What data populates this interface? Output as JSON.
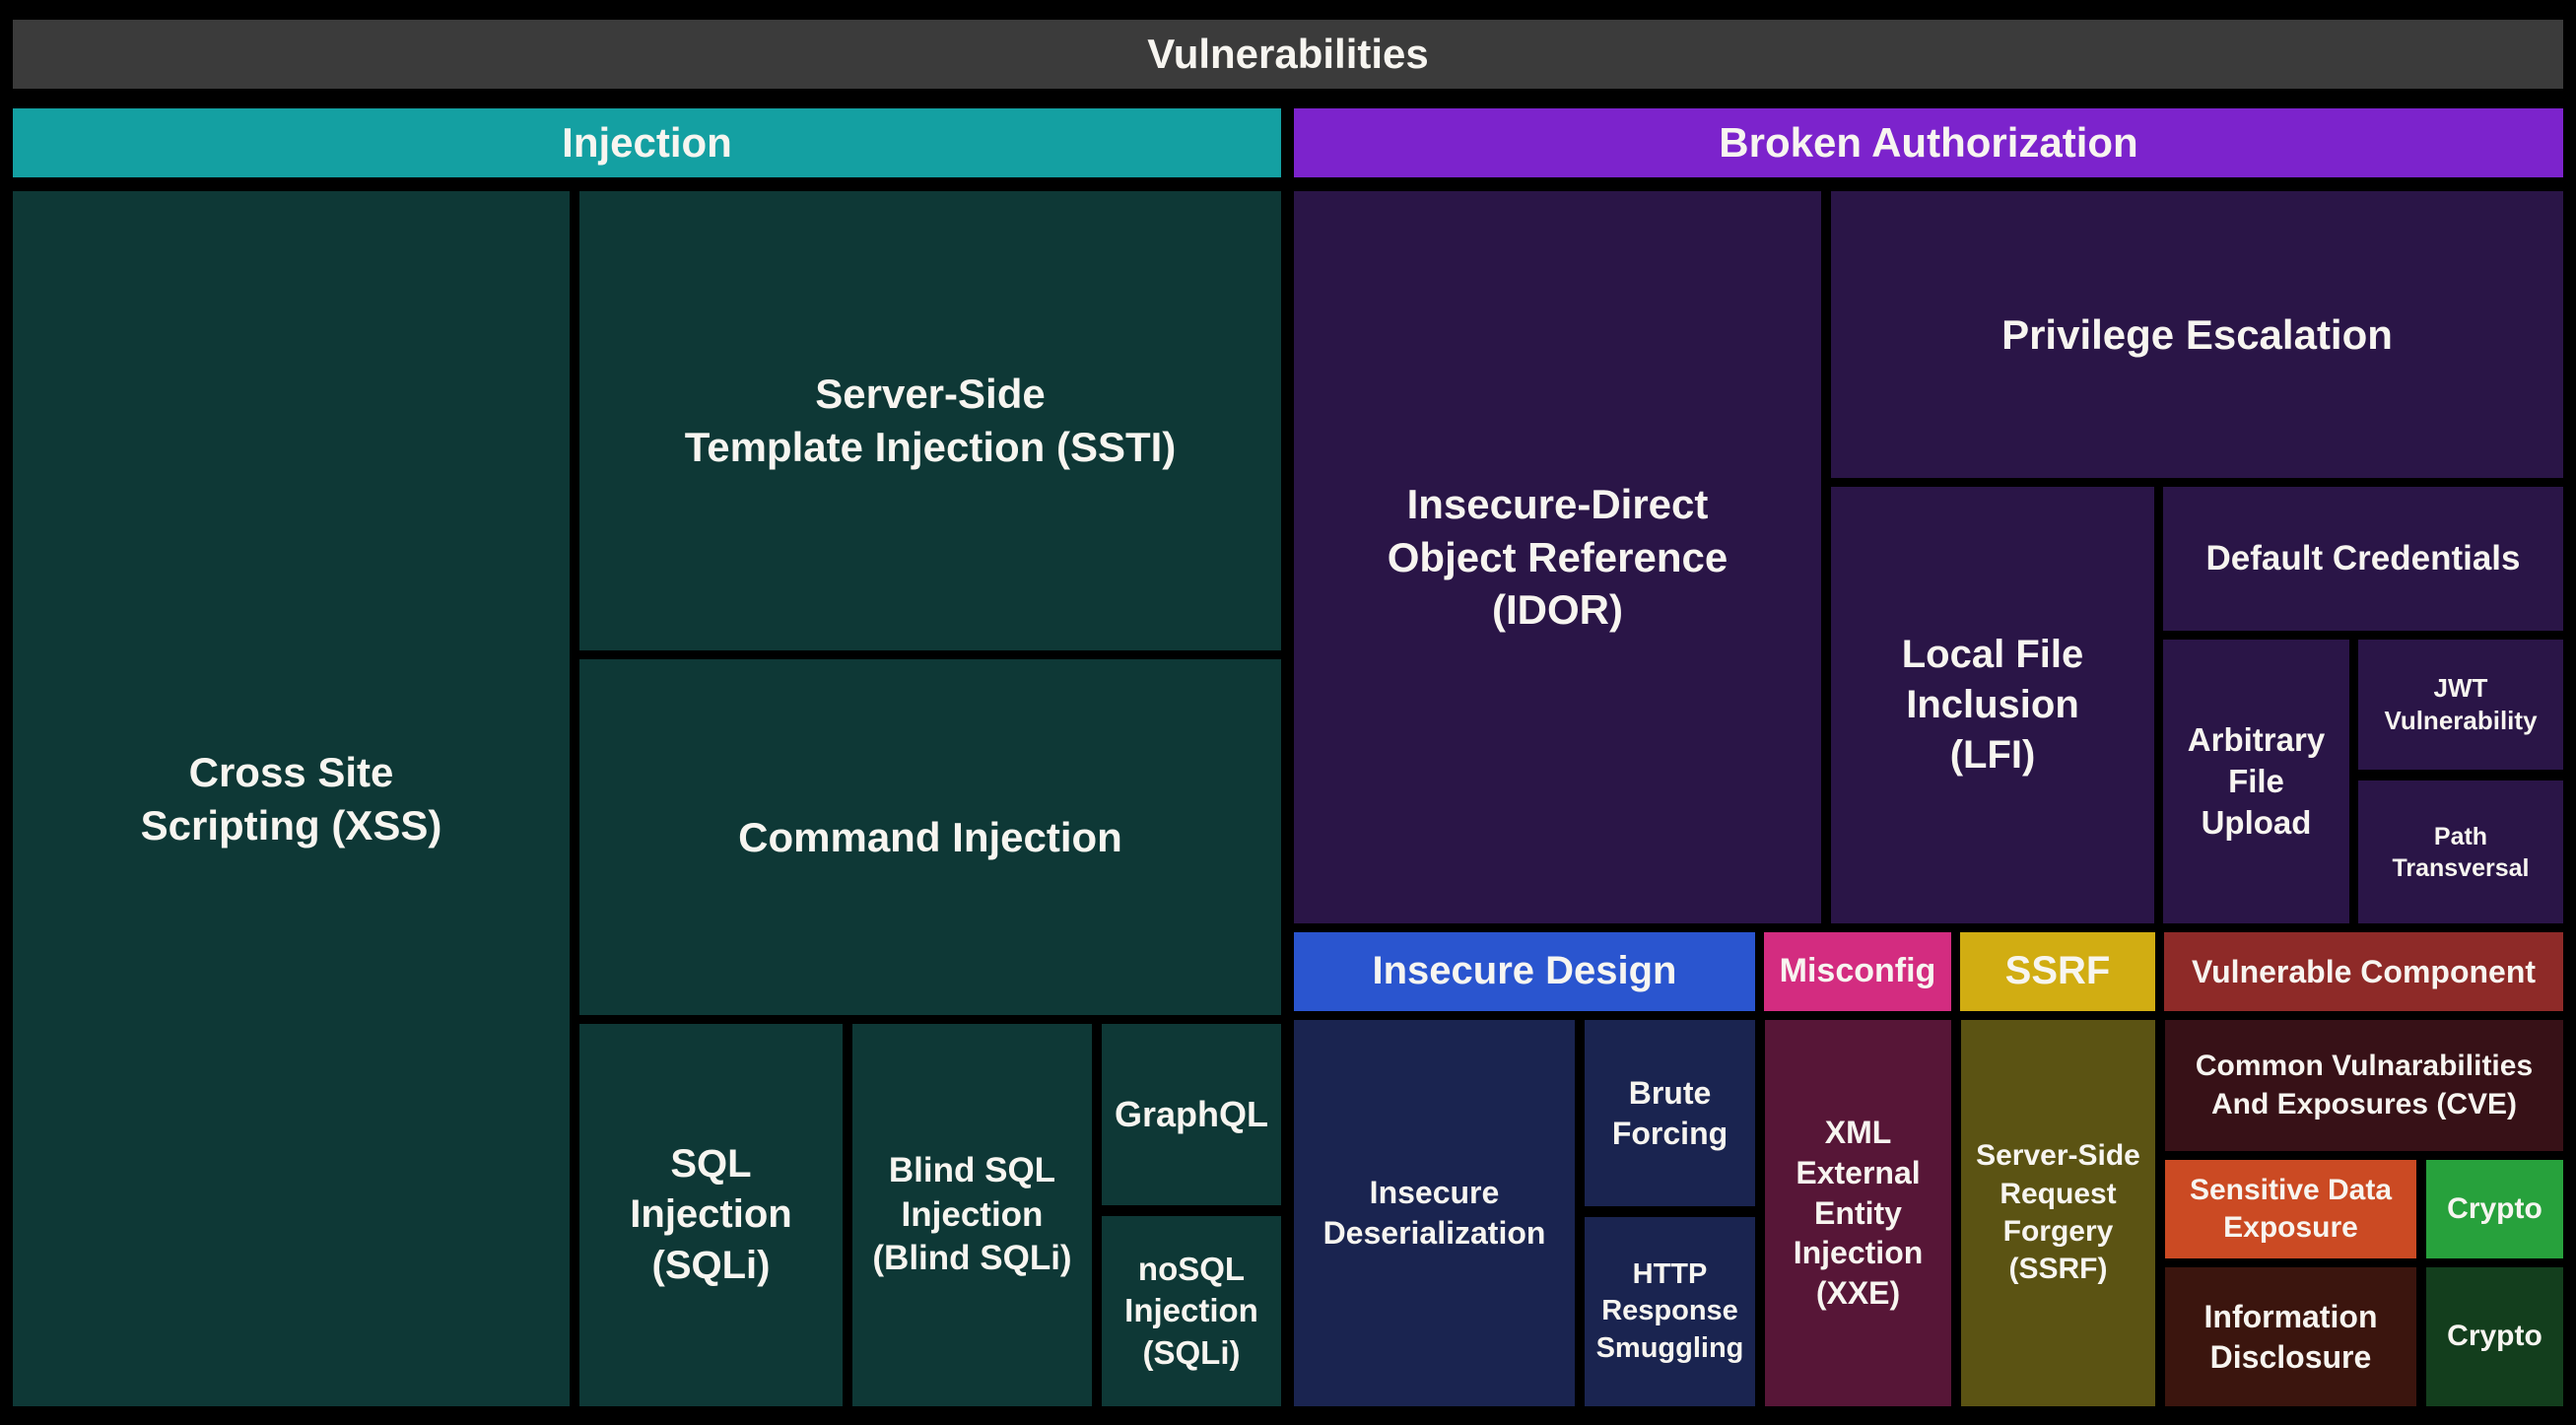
{
  "title": "Vulnerabilities",
  "injection": {
    "header": "Injection",
    "cells": {
      "xss": "Cross Site\nScripting (XSS)",
      "ssti": "Server-Side\nTemplate Injection (SSTI)",
      "command_injection": "Command Injection",
      "sql_injection": "SQL\nInjection\n(SQLi)",
      "blind_sql_injection": "Blind SQL\nInjection\n(Blind SQLi)",
      "graphql": "GraphQL",
      "nosql_injection": "noSQL\nInjection\n(SQLi)"
    }
  },
  "broken_authorization": {
    "header": "Broken Authorization",
    "cells": {
      "idor": "Insecure-Direct\nObject Reference\n(IDOR)",
      "privilege_escalation": "Privilege Escalation",
      "local_file_inclusion": "Local File\nInclusion\n(LFI)",
      "default_credentials": "Default Credentials",
      "arbitrary_file_upload": "Arbitrary\nFile\nUpload",
      "jwt_vulnerability": "JWT\nVulnerability",
      "path_transversal": "Path\nTransversal"
    },
    "subgroups": {
      "insecure_design": {
        "header": "Insecure Design",
        "cells": {
          "insecure_deserialization": "Insecure\nDeserialization",
          "brute_forcing": "Brute\nForcing",
          "http_response_smuggling": "HTTP\nResponse\nSmuggling"
        }
      },
      "misconfig": {
        "header": "Misconfig",
        "cells": {
          "xxe": "XML\nExternal\nEntity\nInjection\n(XXE)"
        }
      },
      "ssrf": {
        "header": "SSRF",
        "cells": {
          "ssrf_body": "Server-Side\nRequest\nForgery\n(SSRF)"
        }
      },
      "vulnerable_component": {
        "header": "Vulnerable Component",
        "cells": {
          "cve": "Common Vulnarabilities\nAnd Exposures (CVE)",
          "sensitive_data_exposure": "Sensitive Data\nExposure",
          "crypto_top": "Crypto",
          "information_disclosure": "Information\nDisclosure",
          "crypto_bottom": "Crypto"
        }
      }
    }
  },
  "colors": {
    "background": "#000000",
    "text": "#f7f5f0",
    "title_bar": "#3b3b3b",
    "injection_header": "#14a0a2",
    "injection_cell": "#0e3836",
    "broken_header": "#7c23cc",
    "broken_cell": "#2a1547",
    "insecure_design_header": "#2a55cf",
    "insecure_design_cell": "#1a2450",
    "misconfig_header": "#d32c80",
    "misconfig_cell": "#571637",
    "ssrf_header": "#d1ad12",
    "ssrf_cell": "#5b5313",
    "vulnerable_component_header": "#8e2a28",
    "cve_cell": "#371117",
    "sensitive_data_exposure_cell": "#cb4a23",
    "crypto_green_cell": "#27a13c",
    "information_disclosure_cell": "#3b150e",
    "crypto_dark_green_cell": "#133e1d"
  }
}
